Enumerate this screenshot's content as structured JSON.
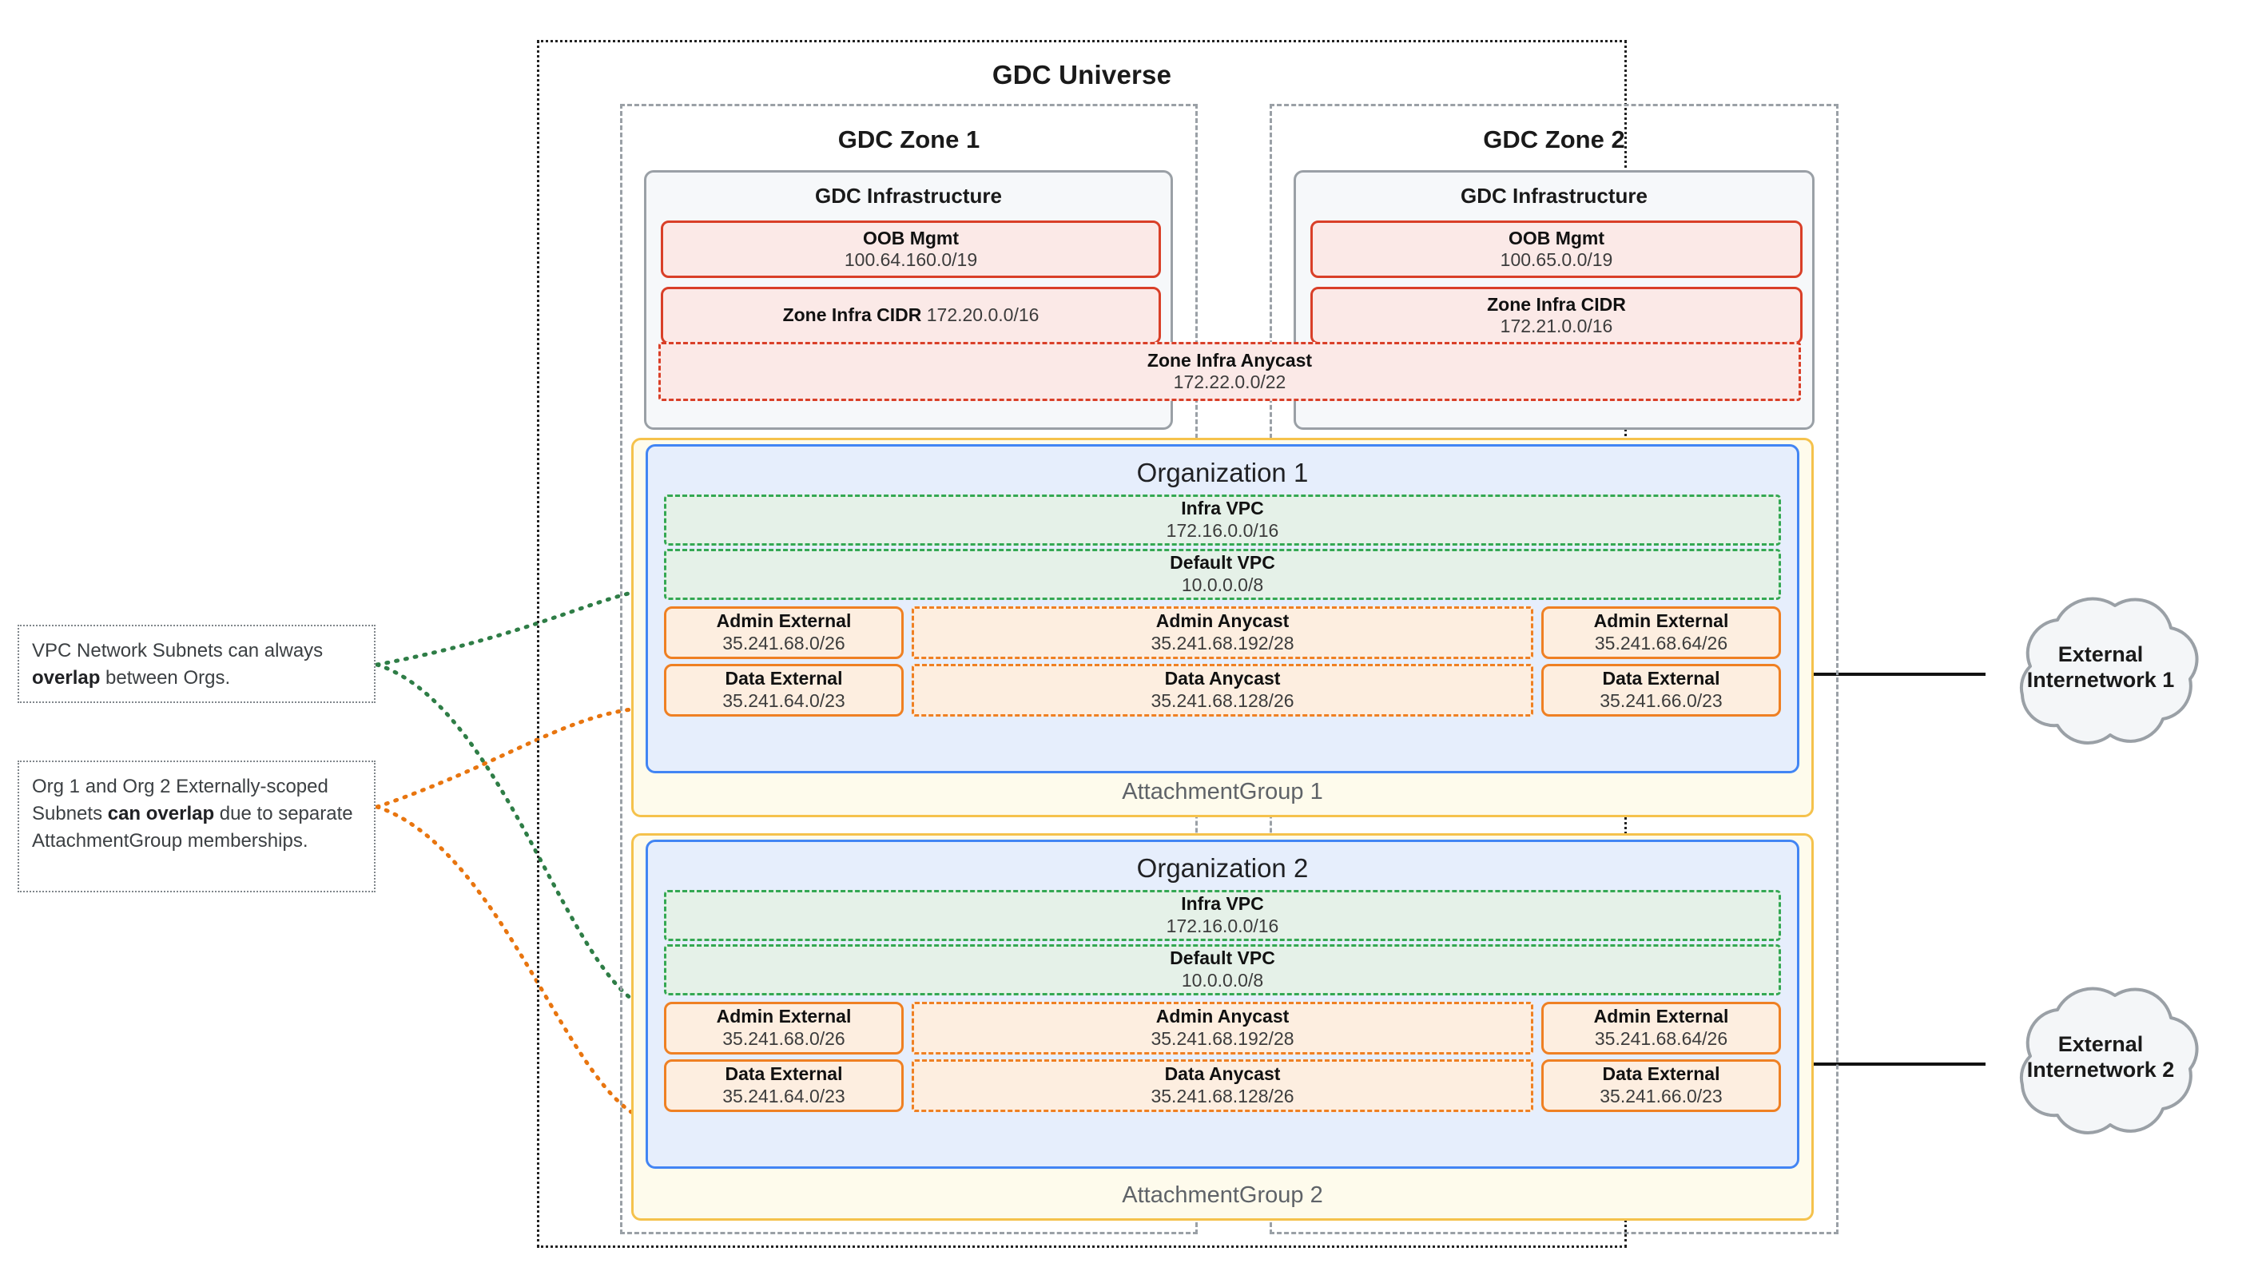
{
  "diagram": {
    "title": "GDC Universe",
    "zones": [
      {
        "name": "GDC Zone 1",
        "infrastructure": {
          "title": "GDC Infrastructure",
          "blocks": [
            {
              "label": "OOB Mgmt",
              "cidr": "100.64.160.0/19",
              "style": "solid",
              "layout": "stacked"
            },
            {
              "label": "Zone Infra CIDR",
              "cidr": "172.20.0.0/16",
              "style": "solid",
              "layout": "inline"
            }
          ]
        }
      },
      {
        "name": "GDC Zone 2",
        "infrastructure": {
          "title": "GDC Infrastructure",
          "blocks": [
            {
              "label": "OOB Mgmt",
              "cidr": "100.65.0.0/19",
              "style": "solid",
              "layout": "stacked"
            },
            {
              "label": "Zone Infra CIDR",
              "cidr": "172.21.0.0/16",
              "style": "solid",
              "layout": "stacked"
            }
          ]
        }
      }
    ],
    "zone_infra_anycast": {
      "label": "Zone Infra Anycast",
      "cidr": "172.22.0.0/22",
      "style": "dashed"
    },
    "organizations": [
      {
        "name": "Organization 1",
        "attachment_group": "AttachmentGroup 1",
        "vpcs": [
          {
            "label": "Infra VPC",
            "cidr": "172.16.0.0/16"
          },
          {
            "label": "Default VPC",
            "cidr": "10.0.0.0/8"
          }
        ],
        "subnets": {
          "left": [
            {
              "label": "Admin External",
              "cidr": "35.241.68.0/26",
              "style": "solid"
            },
            {
              "label": "Data External",
              "cidr": "35.241.64.0/23",
              "style": "solid"
            }
          ],
          "center": [
            {
              "label": "Admin Anycast",
              "cidr": "35.241.68.192/28",
              "style": "dashed"
            },
            {
              "label": "Data Anycast",
              "cidr": "35.241.68.128/26",
              "style": "dashed"
            }
          ],
          "right": [
            {
              "label": "Admin External",
              "cidr": "35.241.68.64/26",
              "style": "solid"
            },
            {
              "label": "Data External",
              "cidr": "35.241.66.0/23",
              "style": "solid"
            }
          ]
        }
      },
      {
        "name": "Organization 2",
        "attachment_group": "AttachmentGroup 2",
        "vpcs": [
          {
            "label": "Infra VPC",
            "cidr": "172.16.0.0/16"
          },
          {
            "label": "Default VPC",
            "cidr": "10.0.0.0/8"
          }
        ],
        "subnets": {
          "left": [
            {
              "label": "Admin External",
              "cidr": "35.241.68.0/26",
              "style": "solid"
            },
            {
              "label": "Data External",
              "cidr": "35.241.64.0/23",
              "style": "solid"
            }
          ],
          "center": [
            {
              "label": "Admin Anycast",
              "cidr": "35.241.68.192/28",
              "style": "dashed"
            },
            {
              "label": "Data Anycast",
              "cidr": "35.241.68.128/26",
              "style": "dashed"
            }
          ],
          "right": [
            {
              "label": "Admin External",
              "cidr": "35.241.68.64/26",
              "style": "solid"
            },
            {
              "label": "Data External",
              "cidr": "35.241.66.0/23",
              "style": "solid"
            }
          ]
        }
      }
    ],
    "external_networks": [
      {
        "line1": "External",
        "line2": "Internetwork 1"
      },
      {
        "line1": "External",
        "line2": "Internetwork 2"
      }
    ],
    "notes": [
      {
        "id": "note-vpc-overlap",
        "segments": [
          {
            "text": "VPC Network Subnets can always ",
            "bold": false
          },
          {
            "text": "overlap",
            "bold": true
          },
          {
            "text": " between Orgs.",
            "bold": false
          }
        ],
        "connector_color": "#2e7d46"
      },
      {
        "id": "note-external-overlap",
        "segments": [
          {
            "text": "Org 1 and Org 2 Externally-scoped Subnets ",
            "bold": false
          },
          {
            "text": "can overlap",
            "bold": true
          },
          {
            "text": " due to separate AttachmentGroup memberships.",
            "bold": false
          }
        ],
        "connector_color": "#e8750f"
      }
    ],
    "colors": {
      "universe_border": "#222222",
      "zone_border": "#9aa0a6",
      "infra_border": "#9aa0a6",
      "infra_fill": "#f6f8fa",
      "red_border": "#d93f28",
      "red_fill": "#fbe9e7",
      "org_border": "#4285f4",
      "org_fill": "#e6eefc",
      "attachment_border": "#f5c24c",
      "attachment_fill": "#fefbec",
      "vpc_border": "#34a853",
      "vpc_fill": "#e5f1e8",
      "subnet_border": "#ef8023",
      "subnet_fill": "#fdeee0",
      "cloud_border": "#9aa0a6",
      "cloud_fill": "#f4f6f8",
      "note_border": "#80868b",
      "link_line": "#111111"
    }
  }
}
